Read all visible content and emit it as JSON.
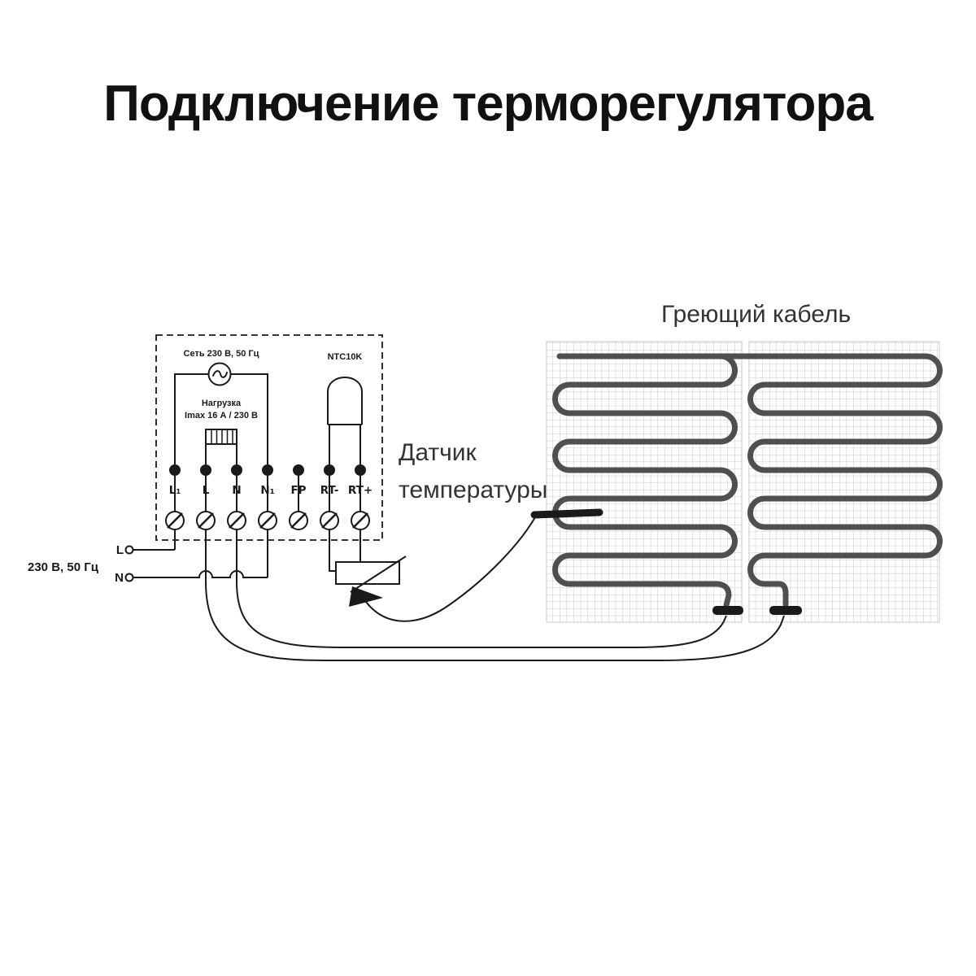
{
  "title": "Подключение терморегулятора",
  "thermostat": {
    "mains_label": "Сеть 230 В, 50 Гц",
    "load_label_line1": "Нагрузка",
    "load_label_line2": "Imax 16 А / 230 В",
    "sensor_type_label": "NTC10K",
    "terminals": [
      "L₁",
      "L",
      "N",
      "N₁",
      "FP",
      "RT-",
      "RT+"
    ]
  },
  "supply": {
    "voltage_label": "230 В, 50 Гц",
    "line_label": "L",
    "neutral_label": "N"
  },
  "labels": {
    "temperature_sensor_line1": "Датчик",
    "temperature_sensor_line2": "температуры",
    "heating_cable": "Греющий кабель"
  },
  "colors": {
    "line": "#1a1a1a",
    "heating_cable": "#4f4f4f",
    "mesh": "#c9c9c9",
    "background": "#ffffff",
    "text": "#333333"
  }
}
